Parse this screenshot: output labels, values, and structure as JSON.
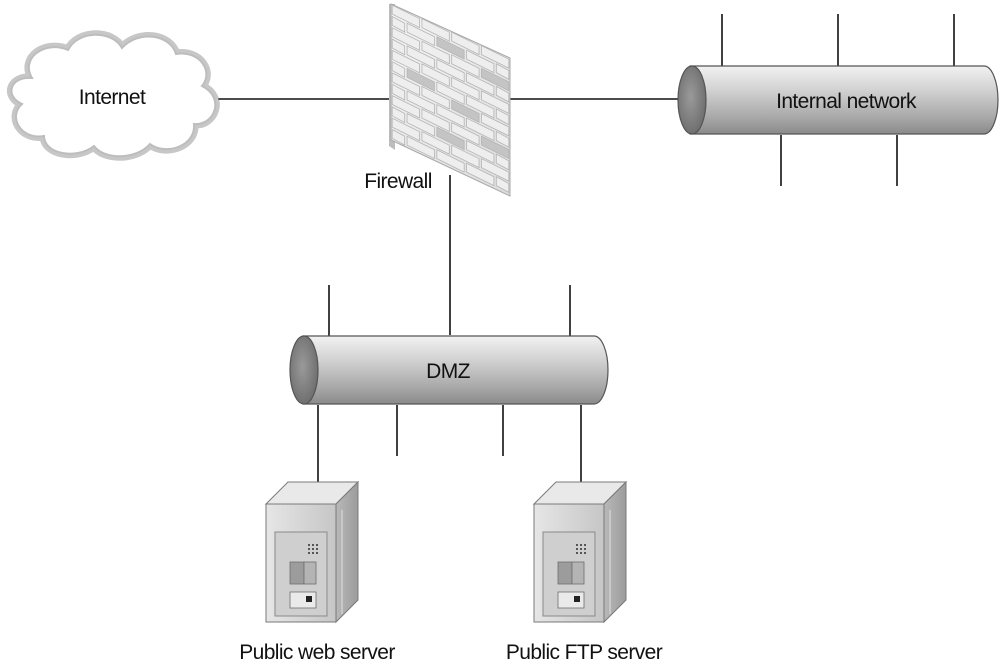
{
  "nodes": {
    "internet": {
      "label": "Internet"
    },
    "firewall": {
      "label": "Firewall"
    },
    "internal_network": {
      "label": "Internal network"
    },
    "dmz": {
      "label": "DMZ"
    },
    "web_server": {
      "label": "Public web server"
    },
    "ftp_server": {
      "label": "Public FTP server"
    }
  },
  "connections": [
    {
      "from": "Internet",
      "to": "Firewall"
    },
    {
      "from": "Firewall",
      "to": "Internal network"
    },
    {
      "from": "Firewall",
      "to": "DMZ"
    },
    {
      "from": "DMZ",
      "to": "Public web server"
    },
    {
      "from": "DMZ",
      "to": "Public FTP server"
    }
  ],
  "colors": {
    "line": "#111111",
    "pipe_light": "#e4e4e4",
    "pipe_dark": "#8e8e8e",
    "cloud_outline": "#9a9a9a",
    "brick": "#e6e6e6",
    "server": "#d4d4d4"
  }
}
